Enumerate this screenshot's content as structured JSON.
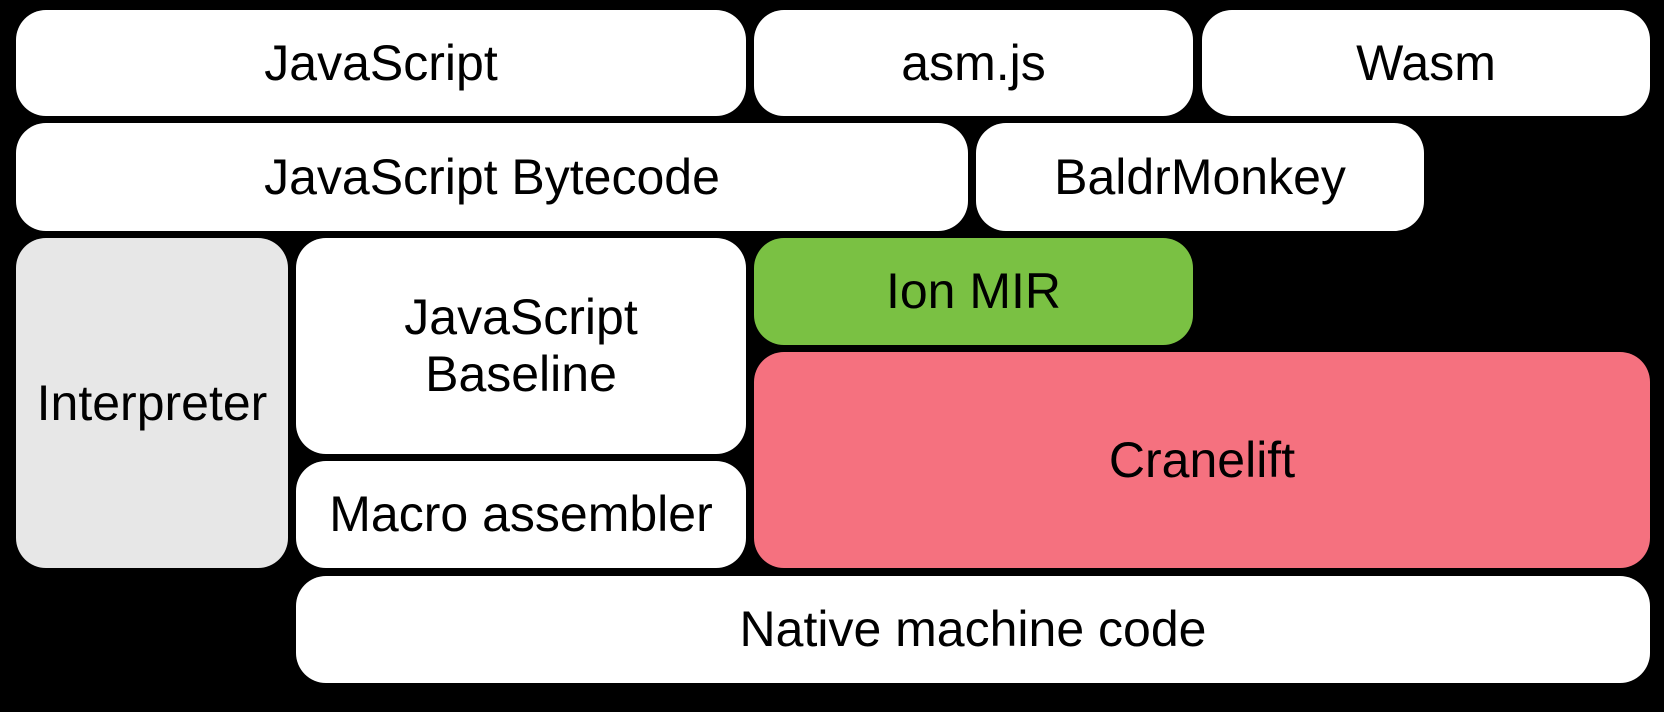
{
  "diagram": {
    "background": "#000000",
    "text_color": "#000000",
    "colors": {
      "box_default": "#ffffff",
      "interpreter_gray": "#e7e7e7",
      "ion_mir_green": "#7ac143",
      "cranelift_pink": "#f5717f"
    },
    "nodes": {
      "javascript": {
        "label": "JavaScript"
      },
      "asmjs": {
        "label": "asm.js"
      },
      "wasm": {
        "label": "Wasm"
      },
      "js_bytecode": {
        "label": "JavaScript Bytecode"
      },
      "baldrmonkey": {
        "label": "BaldrMonkey"
      },
      "interpreter": {
        "label": "Interpreter",
        "bg": "#e7e7e7"
      },
      "js_baseline": {
        "lines": [
          "JavaScript",
          "Baseline"
        ]
      },
      "ion_mir": {
        "label": "Ion MIR",
        "bg": "#7ac143"
      },
      "macro_assembler": {
        "label": "Macro assembler"
      },
      "cranelift": {
        "label": "Cranelift",
        "bg": "#f5717f"
      },
      "native_machine_code": {
        "label": "Native machine code"
      }
    }
  }
}
